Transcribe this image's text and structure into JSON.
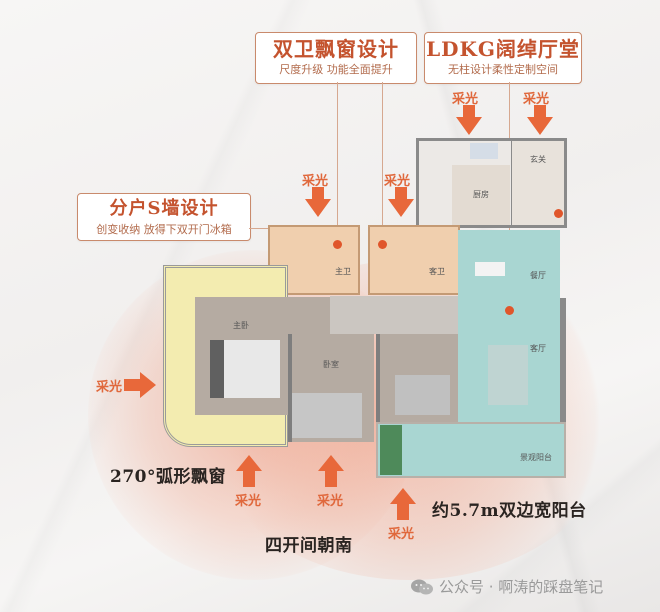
{
  "callouts": {
    "bathroom": {
      "title": "双卫飘窗设计",
      "subtitle": "尺度升级  功能全面提升"
    },
    "ldkg": {
      "title": "LDKG阔绰厅堂",
      "subtitle": "无柱设计柔性定制空间"
    },
    "wall": {
      "title": "分户S墙设计",
      "subtitle": "创变收纳  放得下双开门冰箱"
    }
  },
  "light_label": "采光",
  "rooms": {
    "kitchen": "厨房",
    "entrance": "玄关",
    "master_bath": "主卫",
    "guest_bath": "客卫",
    "master_bedroom": "主卧",
    "bedroom": "卧室",
    "dining": "餐厅",
    "living": "客厅",
    "view_balcony": "景观阳台"
  },
  "highlights": {
    "bay_window": "270°弧形飘窗",
    "south_facing": "四开间朝南",
    "balcony": "约5.7m双边宽阳台"
  },
  "watermark": {
    "icon": "wechat-icon",
    "text": "公众号 · 啊涛的踩盘笔记"
  },
  "colors": {
    "accent": "#e0683c",
    "callout_title": "#c4532e",
    "callout_border": "#c98a6c",
    "living_area": "#a9d6d2",
    "bathroom": "#f0cfae",
    "bay_window": "#f3ecb0",
    "floor_wood": "#b5aba2"
  }
}
